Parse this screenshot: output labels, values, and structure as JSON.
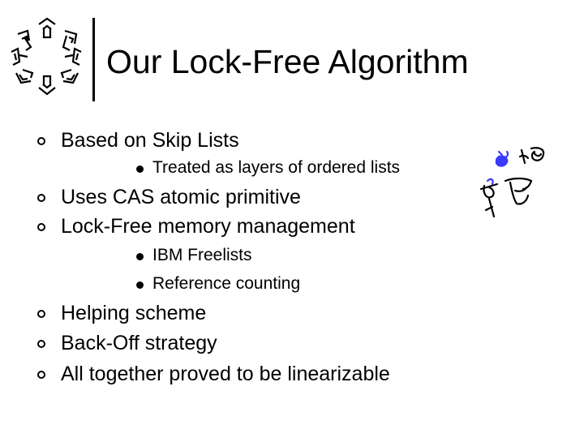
{
  "slide": {
    "title": "Our Lock-Free Algorithm",
    "bullets": [
      {
        "text": "Based on Skip Lists",
        "subs": [
          "Treated as layers of ordered lists"
        ]
      },
      {
        "text": "Uses CAS atomic primitive",
        "subs": []
      },
      {
        "text": "Lock-Free memory management",
        "subs": [
          "IBM Freelists",
          "Reference counting"
        ]
      },
      {
        "text": "Helping scheme",
        "subs": []
      },
      {
        "text": "Back-Off strategy",
        "subs": []
      },
      {
        "text": "All together proved to be linearizable",
        "subs": []
      }
    ]
  },
  "icons": {
    "logo": "impossible-arrows-hexagon-logo",
    "level1_bullet": "hollow-circle",
    "level2_bullet": "filled-circle",
    "decoration": "hand-drawn-doodle"
  },
  "colors": {
    "doodle_accent": "#3b3bff",
    "text": "#000000"
  }
}
